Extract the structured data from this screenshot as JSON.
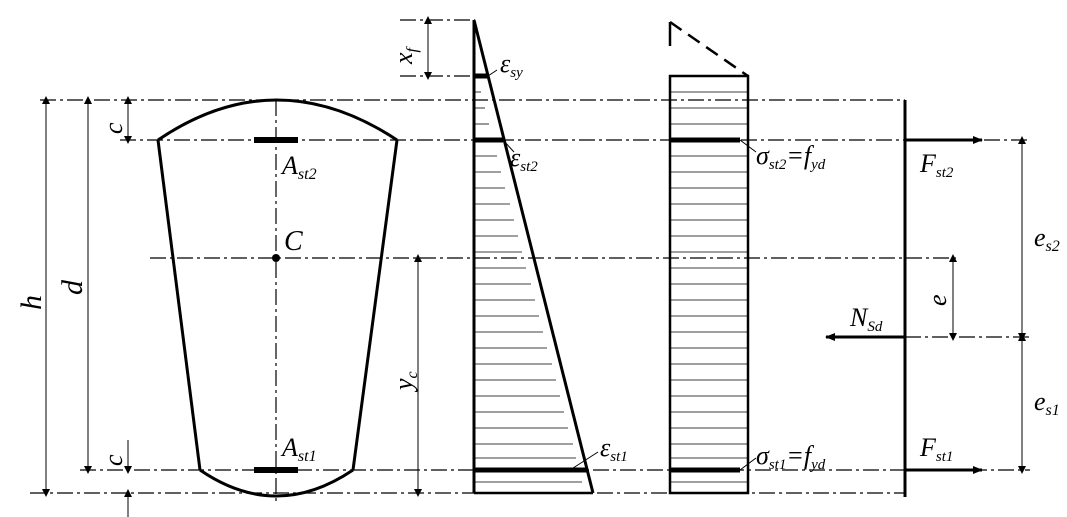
{
  "labels": {
    "h": "h",
    "d": "d",
    "c_top": "c",
    "c_bottom": "c",
    "centroid": "C",
    "ast2_main": "A",
    "ast2_sub": "st2",
    "ast1_main": "A",
    "ast1_sub": "st1",
    "yc_main": "y",
    "yc_sub": "c",
    "xf_main": "x",
    "xf_sub": "f",
    "eps_sy_main": "ε",
    "eps_sy_sub": "sy",
    "eps_st2_main": "ε",
    "eps_st2_sub": "st2",
    "eps_st1_main": "ε",
    "eps_st1_sub": "st1",
    "sig_st2_main": "σ",
    "sig_st2_sub": "st2",
    "sig_st2_eq": "=f",
    "sig_st2_eqsub": "yd",
    "sig_st1_main": "σ",
    "sig_st1_sub": "st1",
    "sig_st1_eq": "=f",
    "sig_st1_eqsub": "yd",
    "f_st2_main": "F",
    "f_st2_sub": "st2",
    "f_st1_main": "F",
    "f_st1_sub": "st1",
    "n_sd_main": "N",
    "n_sd_sub": "Sd",
    "e": "e",
    "es2_main": "e",
    "es2_sub": "s2",
    "es1_main": "e",
    "es1_sub": "s1"
  }
}
